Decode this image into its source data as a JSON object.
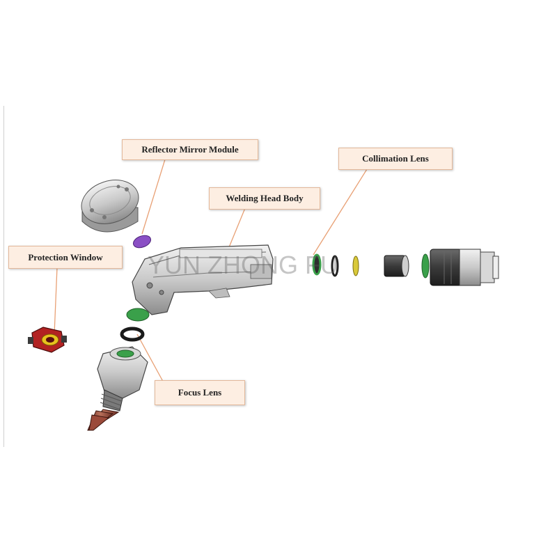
{
  "labels": {
    "reflector": "Reflector Mirror Module",
    "collimation": "Collimation Lens",
    "welding": "Welding Head Body",
    "protection": "Protection Window",
    "focus": "Focus Lens"
  },
  "watermark": "YUN ZHONG FU",
  "colors": {
    "label_fill": "#fdeee2",
    "label_border": "#e3b89a",
    "leader_line": "#e8a074",
    "lens_green": "#3aa04a",
    "lens_purple": "#8a4fc4",
    "lens_yellow": "#d9c93a",
    "nozzle_copper": "#9b4a3a"
  }
}
